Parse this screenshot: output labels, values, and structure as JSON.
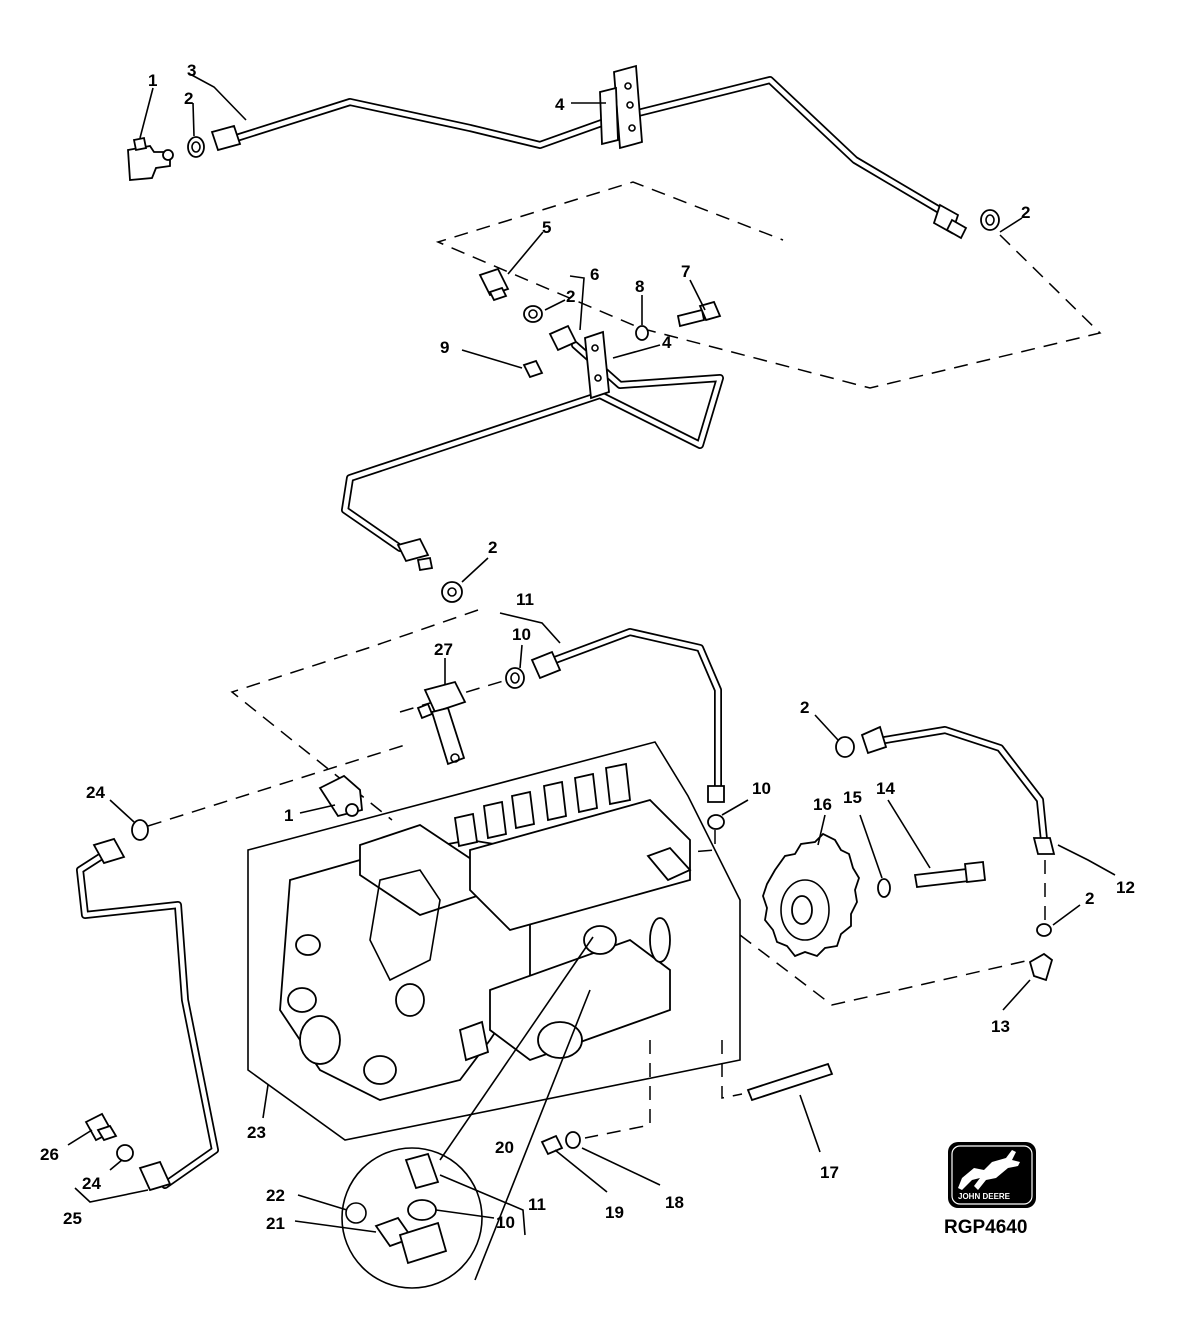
{
  "diagram": {
    "code": "RGP4640",
    "logo_text": "JOHN DEERE",
    "callouts": [
      {
        "id": "c1a",
        "text": "1"
      },
      {
        "id": "c3",
        "text": "3"
      },
      {
        "id": "c2a",
        "text": "2"
      },
      {
        "id": "c4a",
        "text": "4"
      },
      {
        "id": "c2b",
        "text": "2"
      },
      {
        "id": "c5",
        "text": "5"
      },
      {
        "id": "c6",
        "text": "6"
      },
      {
        "id": "c2c",
        "text": "2"
      },
      {
        "id": "c7",
        "text": "7"
      },
      {
        "id": "c8",
        "text": "8"
      },
      {
        "id": "c9",
        "text": "9"
      },
      {
        "id": "c4b",
        "text": "4"
      },
      {
        "id": "c2d",
        "text": "2"
      },
      {
        "id": "c11a",
        "text": "11"
      },
      {
        "id": "c10a",
        "text": "10"
      },
      {
        "id": "c27",
        "text": "27"
      },
      {
        "id": "c2e",
        "text": "2"
      },
      {
        "id": "c1b",
        "text": "1"
      },
      {
        "id": "c24a",
        "text": "24"
      },
      {
        "id": "c10b",
        "text": "10"
      },
      {
        "id": "c16",
        "text": "16"
      },
      {
        "id": "c15",
        "text": "15"
      },
      {
        "id": "c14",
        "text": "14"
      },
      {
        "id": "c12",
        "text": "12"
      },
      {
        "id": "c2f",
        "text": "2"
      },
      {
        "id": "c13",
        "text": "13"
      },
      {
        "id": "c23",
        "text": "23"
      },
      {
        "id": "c20",
        "text": "20"
      },
      {
        "id": "c17",
        "text": "17"
      },
      {
        "id": "c26",
        "text": "26"
      },
      {
        "id": "c24b",
        "text": "24"
      },
      {
        "id": "c25",
        "text": "25"
      },
      {
        "id": "c22",
        "text": "22"
      },
      {
        "id": "c21",
        "text": "21"
      },
      {
        "id": "c10c",
        "text": "10"
      },
      {
        "id": "c11b",
        "text": "11"
      },
      {
        "id": "c19",
        "text": "19"
      },
      {
        "id": "c18",
        "text": "18"
      }
    ]
  }
}
